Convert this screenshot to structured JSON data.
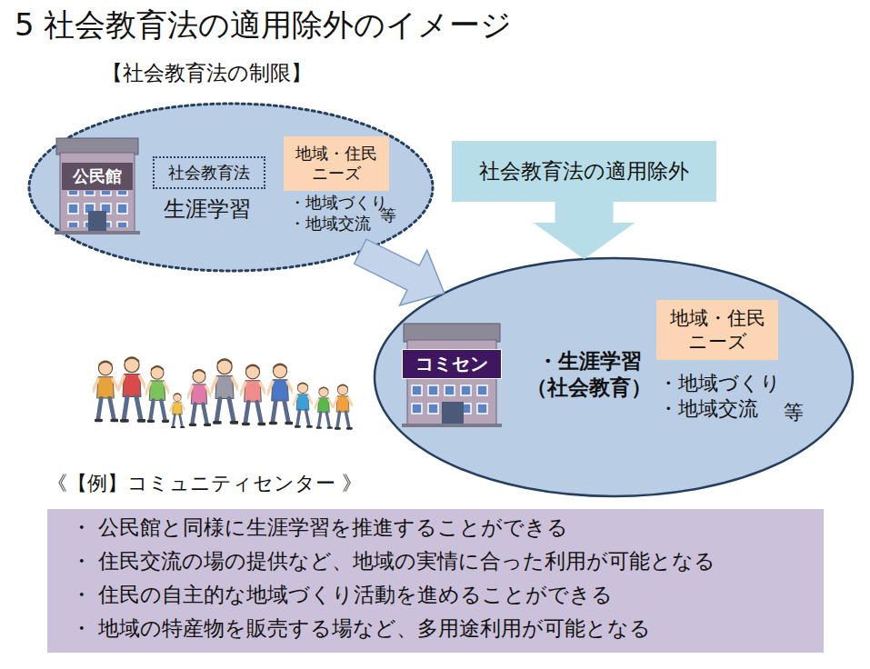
{
  "diagram": {
    "title": "5 社会教育法の適用除外のイメージ",
    "nodes": [
      {
        "text": [
          "生涯学習",
          "・地域づくり ・地域交流",
          "等"
        ]
      },
      {
        "text": [
          "公民館"
        ],
        "in": 0
      },
      {
        "text": [
          "社会教育法"
        ],
        "in": 0
      },
      {
        "text": [
          "地域・住民 ニーズ"
        ],
        "in": 0
      },
      {
        "text": [
          "社会教育法の適用除外"
        ]
      },
      {
        "text": [
          "・生涯学習 （社会教育）",
          "・地域づくり ・地域交流",
          "等"
        ]
      },
      {
        "text": [
          "コミセン"
        ],
        "in": 5
      },
      {
        "text": [
          "地域・住民 ニーズ"
        ],
        "in": 5
      },
      {
        "text": [
          "《【例】コミュニティセンター 》",
          "・ 公民館と同様に生涯学習を推進することができる",
          "・ 住民交流の場の提供など、地域の実情に合った利用が可能となる",
          "・ 住民の自主的な地域づくり活動を進めることができる",
          "・ 地域の特産物を販売する場など、多用途利用が可能となる"
        ]
      }
    ],
    "edges": [
      {
        "from": 0,
        "to": 5,
        "arrow": "to"
      },
      {
        "from": 4,
        "to": 5,
        "arrow": "to"
      }
    ],
    "labels": [
      "【社会教育法の制限】"
    ]
  }
}
